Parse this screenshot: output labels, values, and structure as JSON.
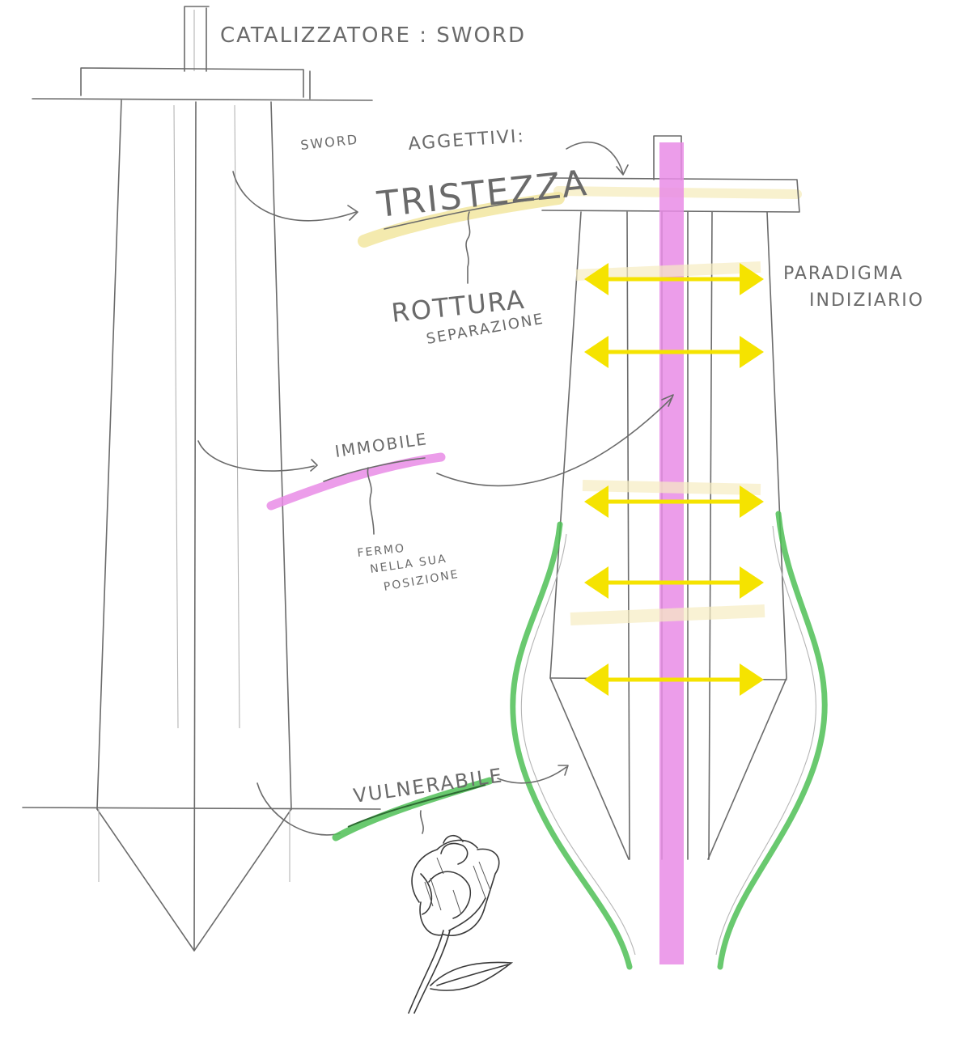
{
  "colors": {
    "paper": "#ffffff",
    "pencil": "#6b6b6b",
    "yellow_marker": "#f2e6a0",
    "yellow_arrow": "#f5e300",
    "magenta_marker": "#e98ce6",
    "green_marker": "#4fbf56",
    "ink": "#3a3a3a"
  },
  "labels": {
    "catalyst": "CATALIZZATORE : SWORD",
    "sword_small": "SWORD",
    "adjectives_title": "AGGETTIVI:",
    "tristezza": "TRISTEZZA",
    "rottura": "ROTTURA",
    "separazione": "SEPARAZIONE",
    "paradigma_1": "PARADIGMA",
    "paradigma_2": "INDIZIARIO",
    "immobile": "IMMOBILE",
    "fermo_1": "FERMO",
    "fermo_2": "NELLA SUA",
    "fermo_3": "POSIZIONE",
    "vulnerabile": "VULNERABILE"
  },
  "icons": {
    "rose": "rose-sketch-icon",
    "arrow": "double-arrow-icon"
  }
}
